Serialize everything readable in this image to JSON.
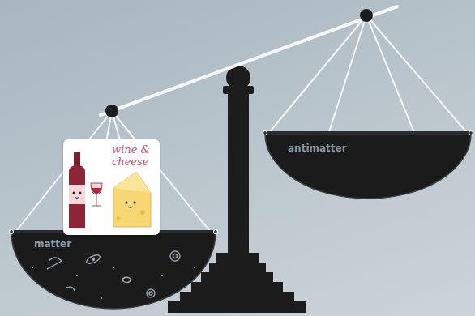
{
  "diagram": {
    "nodes": [
      {
        "text": [
          "wine & cheese"
        ]
      },
      {
        "text": [
          "matter"
        ]
      },
      {
        "text": [
          "antimatter"
        ]
      }
    ]
  }
}
